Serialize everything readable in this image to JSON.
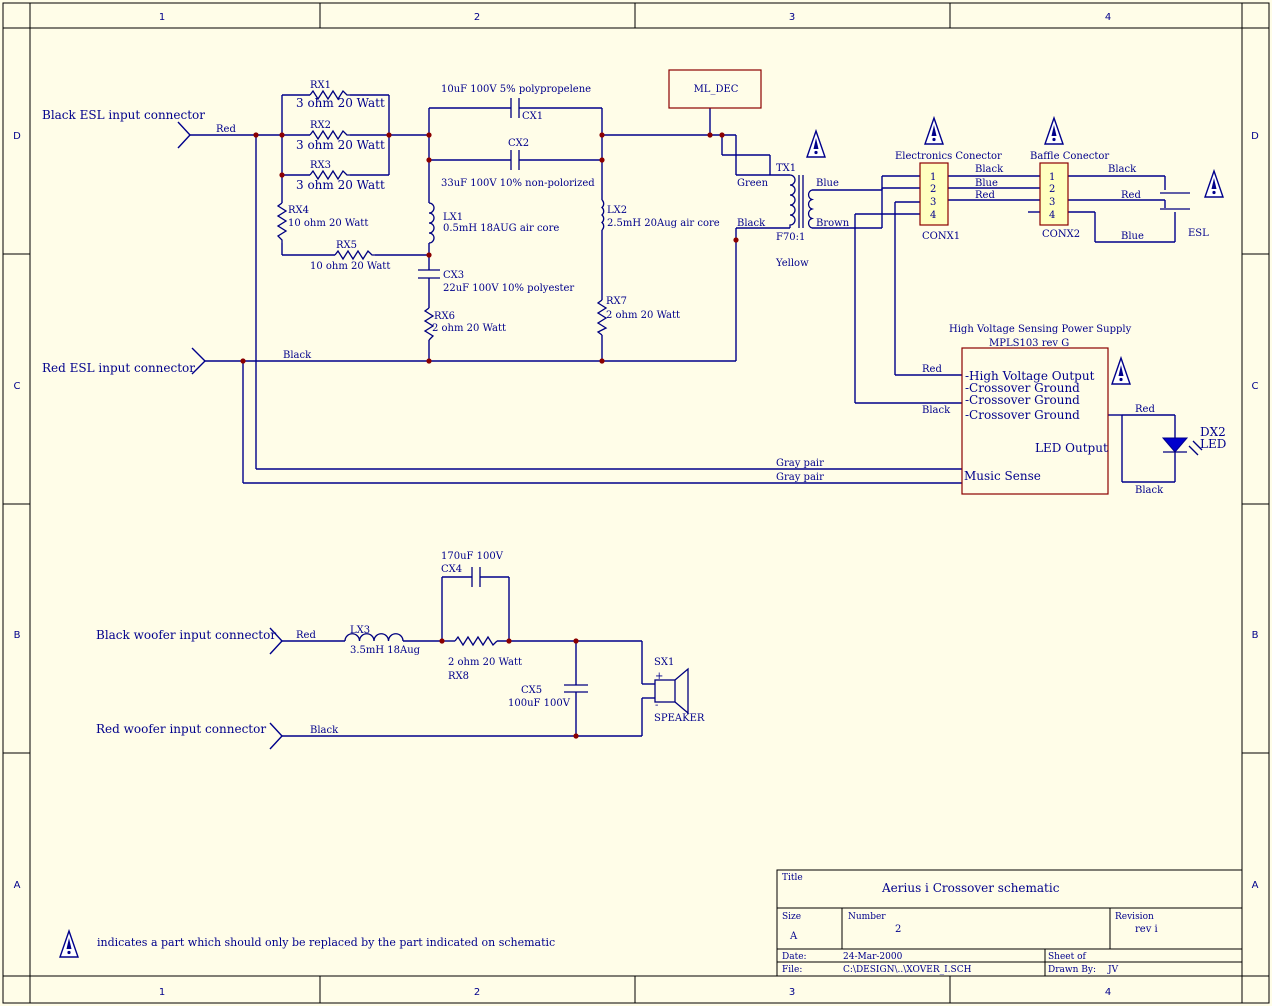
{
  "border": {
    "cols": [
      "1",
      "2",
      "3",
      "4"
    ],
    "rows": [
      "D",
      "C",
      "B",
      "A"
    ]
  },
  "connectors": {
    "black_esl": "Black ESL input connector",
    "red_esl": "Red ESL input connector",
    "black_woofer": "Black woofer input connector",
    "red_woofer": "Red woofer input connector"
  },
  "wire_labels": {
    "red_top": "Red",
    "black_mid": "Black",
    "green": "Green",
    "black_tx": "Black",
    "blue_tx": "Blue",
    "brown_tx": "Brown",
    "yellow": "Yellow",
    "conx1_black": "Black",
    "conx1_blue": "Blue",
    "conx1_red": "Red",
    "esl_black": "Black",
    "esl_red": "Red",
    "esl_blue": "Blue",
    "psu_red": "Red",
    "psu_black": "Black",
    "gray1": "Gray pair",
    "gray2": "Gray pair",
    "led_red": "Red",
    "led_black": "Black",
    "woofer_red": "Red",
    "woofer_black": "Black"
  },
  "components": {
    "rx1": {
      "ref": "RX1",
      "value": "3 ohm 20 Watt"
    },
    "rx2": {
      "ref": "RX2",
      "value": "3 ohm 20 Watt"
    },
    "rx3": {
      "ref": "RX3",
      "value": "3 ohm 20 Watt"
    },
    "rx4": {
      "ref": "RX4",
      "value": "10 ohm 20 Watt"
    },
    "rx5": {
      "ref": "RX5",
      "value": "10 ohm 20 Watt"
    },
    "rx6": {
      "ref": "RX6",
      "value": "2 ohm 20 Watt"
    },
    "rx7": {
      "ref": "RX7",
      "value": "2 ohm 20 Watt"
    },
    "rx8": {
      "ref": "RX8",
      "value": "2 ohm 20 Watt"
    },
    "cx1": {
      "ref": "CX1",
      "value": "10uF 100V 5% polypropelene"
    },
    "cx2": {
      "ref": "CX2",
      "value": "33uF 100V 10% non-polorized"
    },
    "cx3": {
      "ref": "CX3",
      "value": "22uF 100V 10% polyester"
    },
    "cx4": {
      "ref": "CX4",
      "value": "170uF 100V"
    },
    "cx5": {
      "ref": "CX5",
      "value": "100uF 100V"
    },
    "lx1": {
      "ref": "LX1",
      "value": "0.5mH 18AUG air core"
    },
    "lx2": {
      "ref": "LX2",
      "value": "2.5mH 20Aug air core"
    },
    "lx3": {
      "ref": "LX3",
      "value": "3.5mH 18Aug"
    },
    "tx1": {
      "ref": "TX1",
      "value": "F70:1"
    },
    "ml_dec": "ML_DEC",
    "conx1": {
      "ref": "CONX1",
      "title": "Electronics Conector"
    },
    "conx2": {
      "ref": "CONX2",
      "title": "Baffle Conector"
    },
    "pins": [
      "1",
      "2",
      "3",
      "4"
    ],
    "esl": "ESL",
    "sx1": {
      "ref": "SX1",
      "value": "SPEAKER",
      "plus": "+",
      "minus": "-"
    },
    "dx2": {
      "ref": "DX2",
      "value": "LED"
    }
  },
  "psu": {
    "title": "High Voltage Sensing Power Supply",
    "model": "MPLS103 rev G",
    "pins": [
      "-High Voltage Output",
      "-Crossover Ground",
      "-Crossover Ground",
      "-Crossover Ground"
    ],
    "led_output": "LED Output",
    "music_sense": "Music Sense"
  },
  "note": "indicates a part which should only be replaced by the part indicated on schematic",
  "title_block": {
    "title_label": "Title",
    "title": "Aerius i Crossover schematic",
    "size_label": "Size",
    "size": "A",
    "number_label": "Number",
    "number": "2",
    "revision_label": "Revision",
    "revision": "rev i",
    "date_label": "Date:",
    "date": "24-Mar-2000",
    "file_label": "File:",
    "file": "C:\\DESIGN\\..\\XOVER_I.SCH",
    "sheet_label": "Sheet    of",
    "drawn_label": "Drawn By:",
    "drawn": "JV"
  },
  "colors": {
    "background": "#fffde8",
    "wire": "#00008b",
    "junction": "#8b0000",
    "connector_fill": "#ffffc0"
  }
}
